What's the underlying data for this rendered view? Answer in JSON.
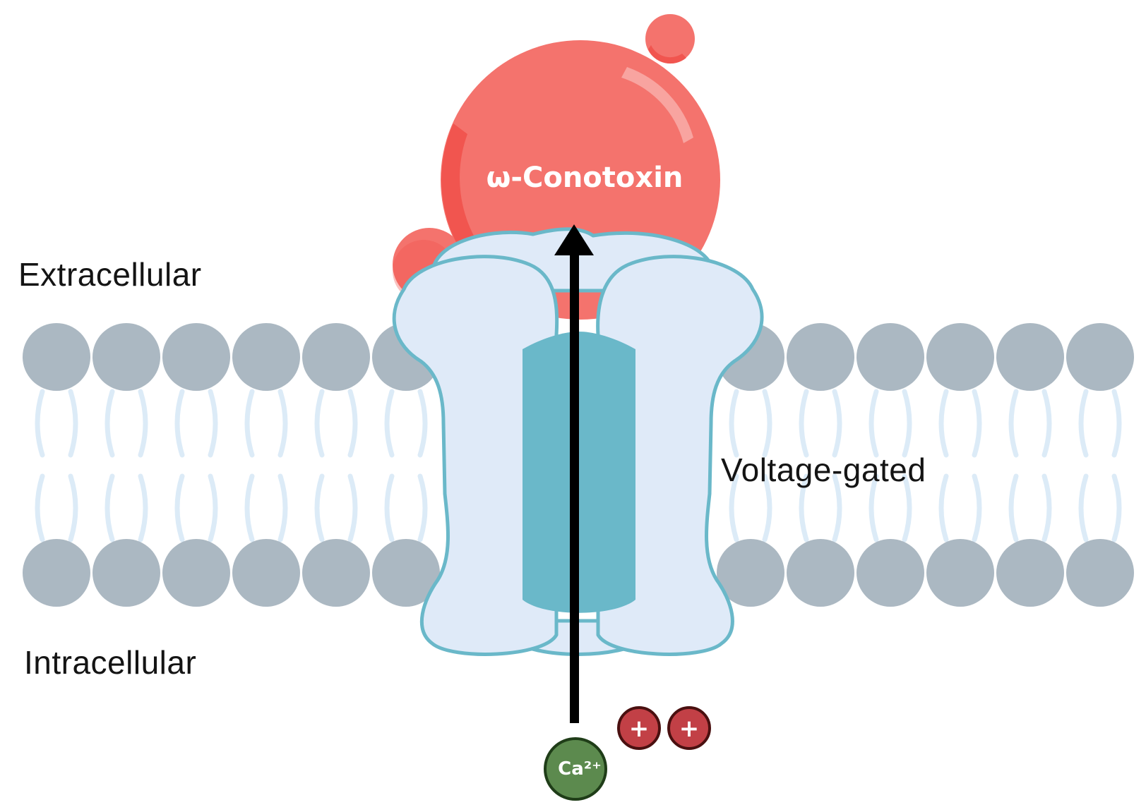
{
  "labels": {
    "extracellular": "Extracellular",
    "intracellular": "Intracellular",
    "voltage_gated": "Voltage-gated",
    "conotoxin": "ω-Conotoxin",
    "ca_ion": "Ca²⁺",
    "positive_charge": "+"
  },
  "colors": {
    "background": "#ffffff",
    "lipid_head": "#abb8c2",
    "lipid_tail": "#dcebf7",
    "channel_fill": "#dfeaf8",
    "channel_outline": "#6ab8c9",
    "channel_pore": "#6ab8c9",
    "toxin_main": "#f4736d",
    "toxin_shadow": "#f0504a",
    "ion_ca": "#5c8a4e",
    "ion_positive": "#c24046",
    "arrow": "#000000",
    "text": "#141414"
  }
}
